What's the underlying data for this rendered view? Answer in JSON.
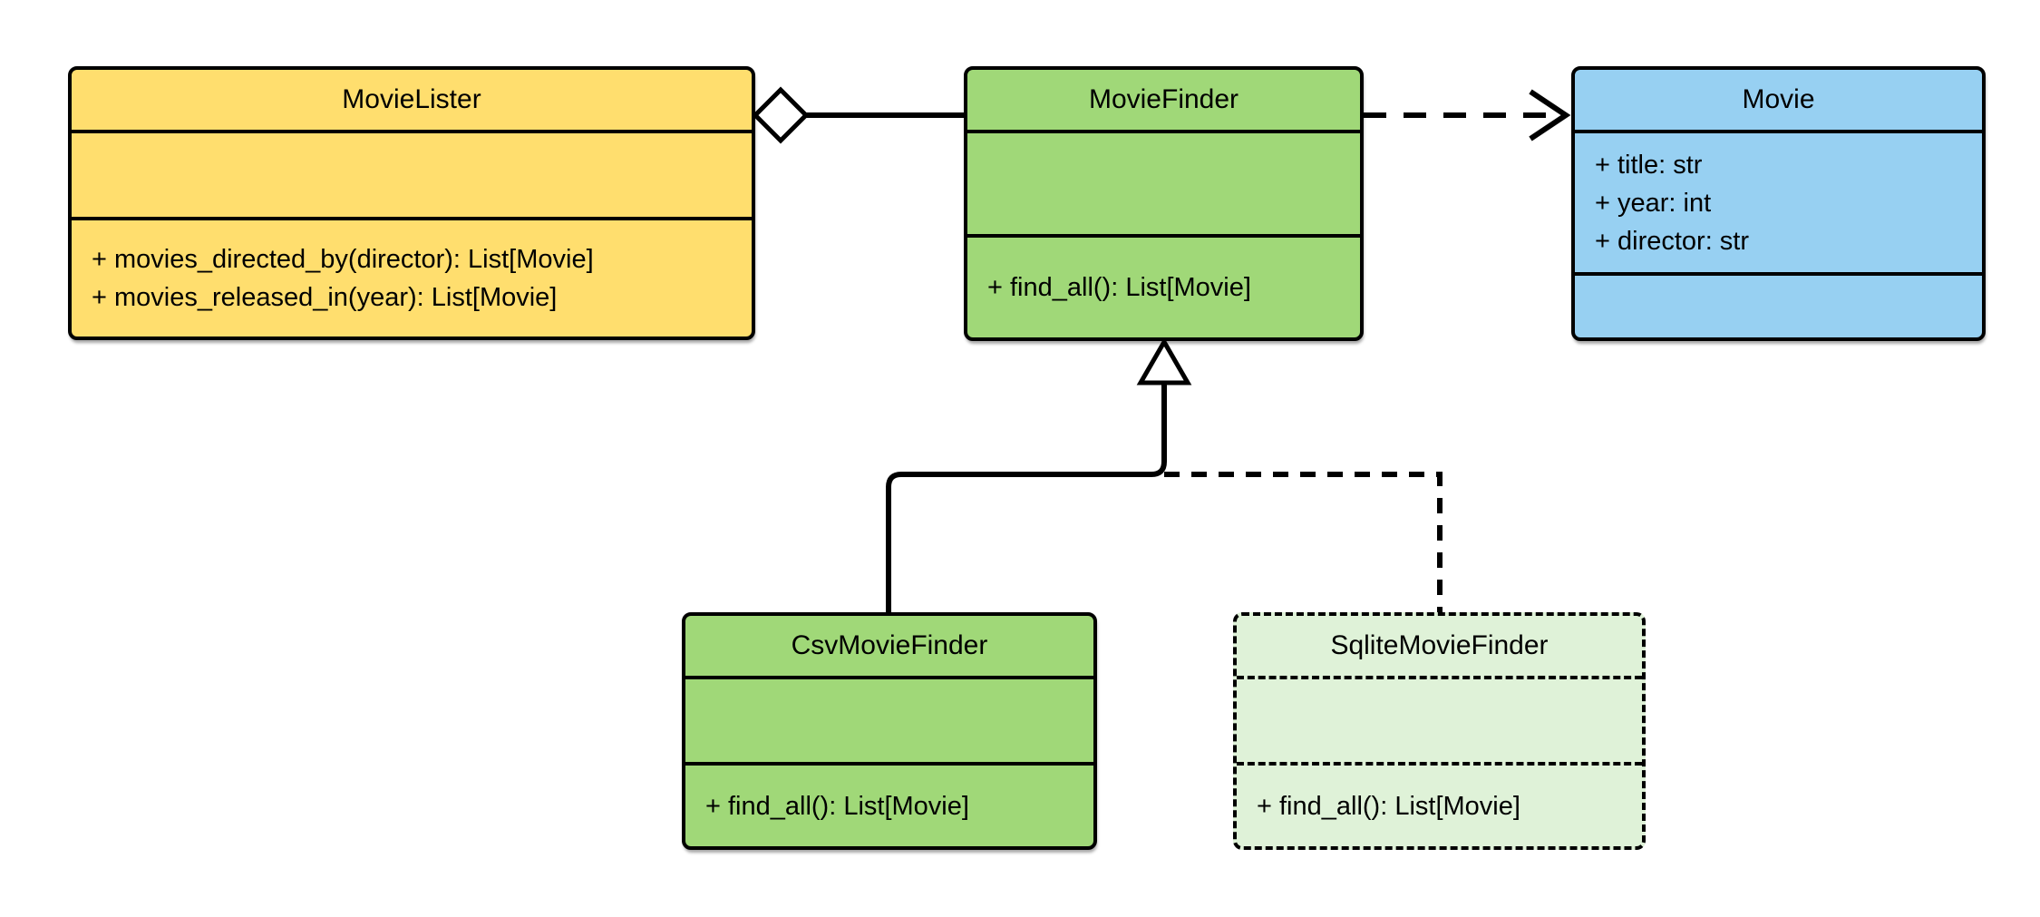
{
  "diagram": {
    "background": "#ffffff",
    "stroke_color": "#000000",
    "text_color": "#000000",
    "classes": [
      {
        "name": "MovieLister",
        "fill": "#ffde6e",
        "border_style": "solid",
        "attributes": [],
        "methods": [
          "+ movies_directed_by(director): List[Movie]",
          "+ movies_released_in(year): List[Movie]"
        ]
      },
      {
        "name": "MovieFinder",
        "fill": "#a0d878",
        "border_style": "solid",
        "attributes": [],
        "methods": [
          "+ find_all(): List[Movie]"
        ]
      },
      {
        "name": "Movie",
        "fill": "#97d0f2",
        "border_style": "solid",
        "attributes": [
          "+ title: str",
          "+ year: int",
          "+ director: str"
        ],
        "methods": []
      },
      {
        "name": "CsvMovieFinder",
        "fill": "#a0d878",
        "border_style": "solid",
        "attributes": [],
        "methods": [
          "+ find_all(): List[Movie]"
        ]
      },
      {
        "name": "SqliteMovieFinder",
        "fill": "#dff2d8",
        "border_style": "dashed",
        "attributes": [],
        "methods": [
          "+ find_all(): List[Movie]"
        ]
      }
    ],
    "relationships": [
      {
        "type": "aggregation",
        "owner": "MovieLister",
        "part": "MovieFinder",
        "line": "solid",
        "marker": "hollow-diamond"
      },
      {
        "type": "dependency",
        "from": "MovieFinder",
        "to": "Movie",
        "line": "dashed",
        "marker": "open-arrow"
      },
      {
        "type": "generalization",
        "child": "CsvMovieFinder",
        "parent": "MovieFinder",
        "line": "solid",
        "marker": "hollow-triangle"
      },
      {
        "type": "generalization",
        "child": "SqliteMovieFinder",
        "parent": "MovieFinder",
        "line": "dashed",
        "marker": "hollow-triangle"
      }
    ]
  }
}
